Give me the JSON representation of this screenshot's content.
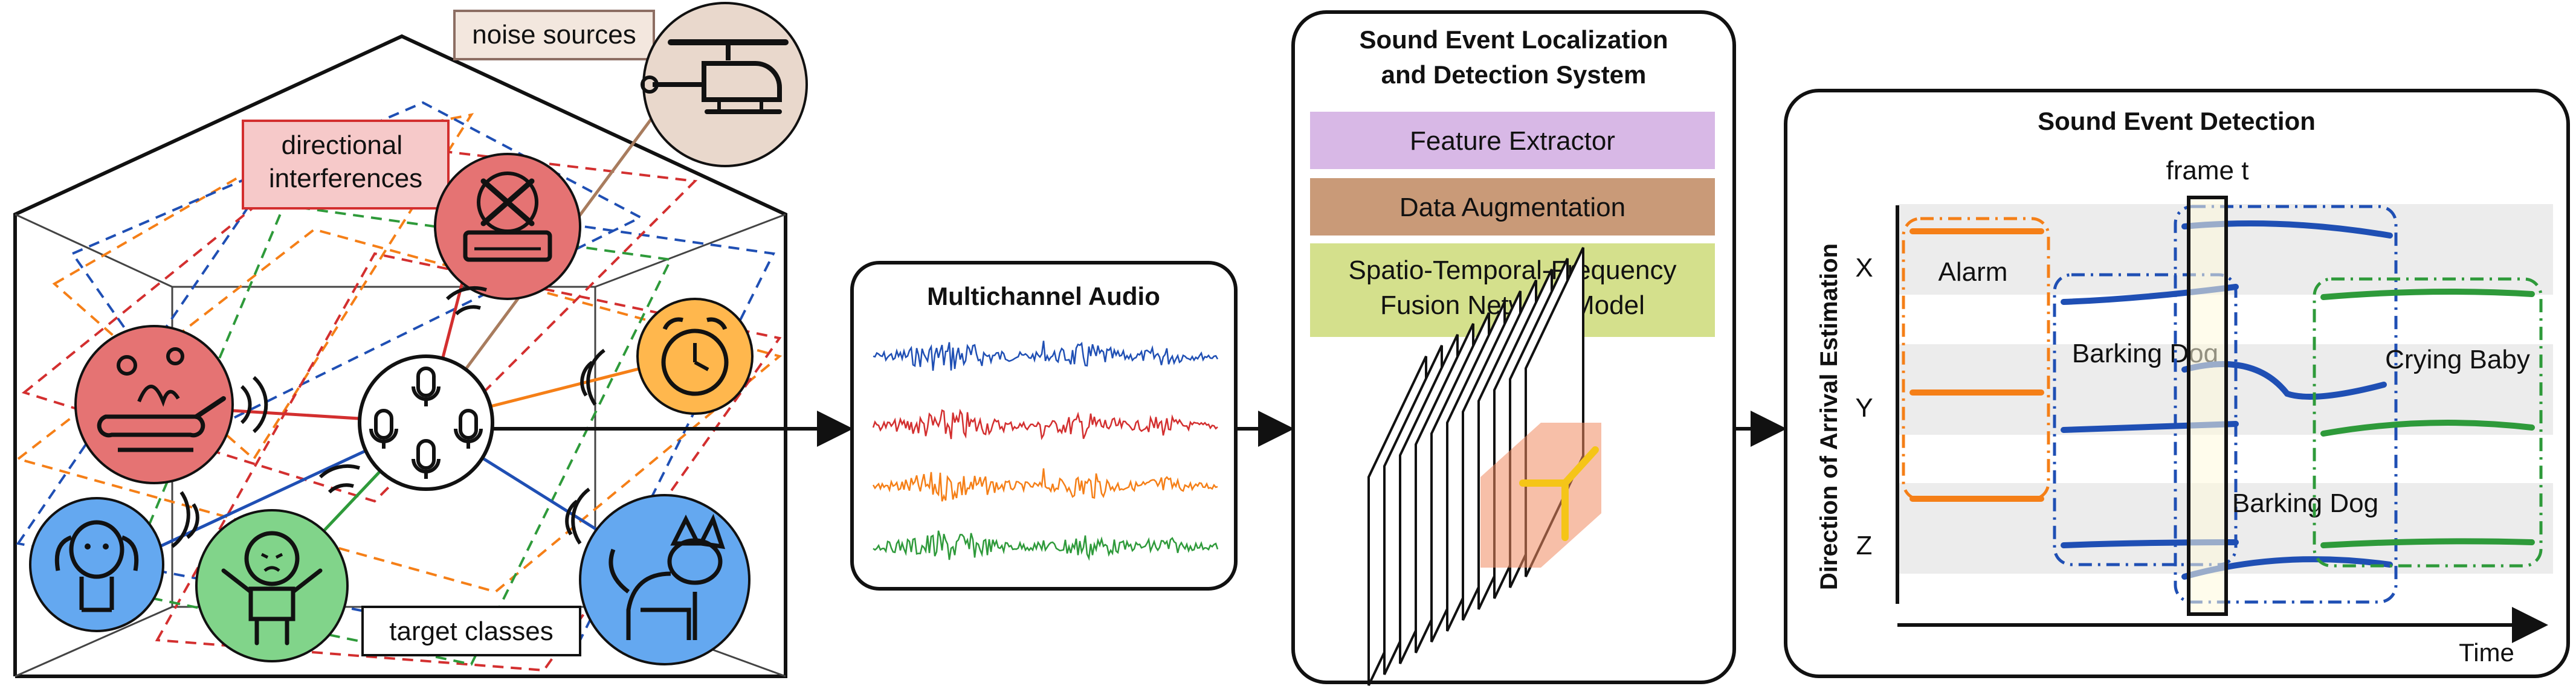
{
  "scene": {
    "labels": {
      "noise_sources": "noise sources",
      "directional_interferences": "directional interferences",
      "target_classes": "target classes"
    },
    "icons": {
      "helicopter": "helicopter-icon",
      "air_conditioner_repair": "air-conditioner-repair-icon",
      "alarm_clock": "alarm-clock-icon",
      "cooking": "cooking-pan-icon",
      "microphone_array": "microphone-array-icon",
      "dog": "dog-icon",
      "crying_baby": "crying-baby-icon",
      "barking_dog": "barking-dog-icon"
    },
    "colors": {
      "orange": "#f57f17",
      "blue": "#1f4fb4",
      "red": "#d32f2f",
      "green": "#2e9a3a",
      "red_fill": "#e57373",
      "orange_fill": "#ffb74d",
      "blue_fill": "#64a8f0",
      "green_fill": "#81d48a",
      "brown_fill": "#e9d8cc"
    }
  },
  "multichannel": {
    "title": "Multichannel Audio",
    "wave_colors": [
      "#1f4fb4",
      "#d32f2f",
      "#f57f17",
      "#2e9a3a"
    ]
  },
  "seld_system": {
    "title_line1": "Sound Event Localization",
    "title_line2": "and Detection System",
    "feature_extractor": "Feature Extractor",
    "data_augmentation": "Data Augmentation",
    "fusion_line1": "Spatio-Temporal-Frequency",
    "fusion_line2": "Fusion Network Model",
    "block_colors": [
      "#d8b8e6",
      "#c99a78",
      "#d4e08c"
    ]
  },
  "detection": {
    "title": "Sound Event Detection",
    "frame_label": "frame t",
    "y_axis_label": "Direction of Arrival Estimation",
    "x_axis_label": "Time",
    "rows": [
      "X",
      "Y",
      "Z"
    ],
    "events": {
      "alarm": "Alarm",
      "barking_dog_1": "Barking Dog",
      "crying_baby": "Crying Baby",
      "barking_dog_2": "Barking Dog"
    }
  }
}
